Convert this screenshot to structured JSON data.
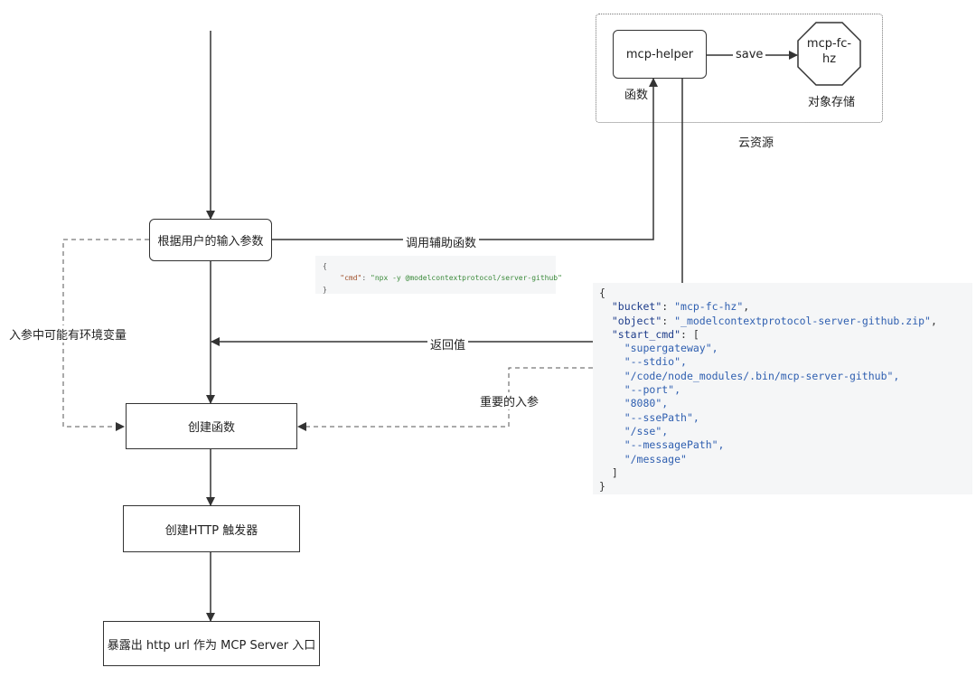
{
  "nodes": {
    "params": "根据用户的输入参数",
    "create_fn": "创建函数",
    "create_trigger": "创建HTTP 触发器",
    "expose": "暴露出 http url 作为 MCP Server 入口",
    "helper": "mcp-helper",
    "storage": "mcp-fc-\nhz"
  },
  "labels": {
    "call_helper": "调用辅助函数",
    "return_value": "返回值",
    "env_note": "入参中可能有环境变量",
    "important_params": "重要的入参",
    "save": "save",
    "function": "函数",
    "object_storage": "对象存储",
    "cloud_resources": "云资源"
  },
  "small_code": {
    "open": "{",
    "key": "\"cmd\"",
    "value": "\"npx -y @modelcontextprotocol/server-github\"",
    "close": "}"
  },
  "big_code": {
    "bucket_key": "\"bucket\"",
    "bucket_val": "\"mcp-fc-hz\"",
    "object_key": "\"object\"",
    "object_val": "\"_modelcontextprotocol-server-github.zip\"",
    "start_cmd_key": "\"start_cmd\"",
    "items": [
      "\"supergateway\",",
      "\"--stdio\",",
      "\"/code/node_modules/.bin/mcp-server-github\",",
      "\"--port\",",
      "\"8080\",",
      "\"--ssePath\",",
      "\"/sse\",",
      "\"--messagePath\",",
      "\"/message\""
    ]
  }
}
